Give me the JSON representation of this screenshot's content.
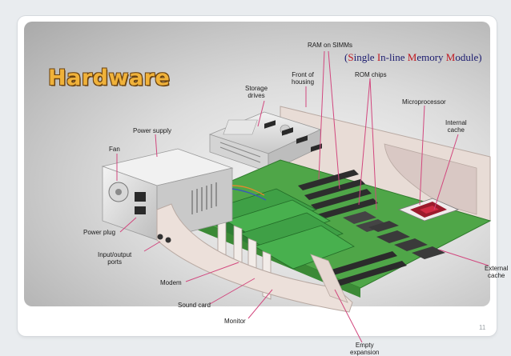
{
  "title": "Hardware",
  "page_number": "11",
  "simm_note": {
    "open": "(",
    "parts": [
      {
        "initial": "S",
        "rest": "ingle "
      },
      {
        "initial": "I",
        "rest": "n-line "
      },
      {
        "initial": "M",
        "rest": "emory "
      },
      {
        "initial": "M",
        "rest": "odule"
      }
    ],
    "close": ")"
  },
  "labels": {
    "ram_on_simms": "RAM on SIMMs",
    "front_of_housing": "Front of\nhousing",
    "rom_chips": "ROM chips",
    "storage_drives": "Storage\ndrives",
    "microprocessor": "Microprocessor",
    "internal_cache": "Internal\ncache",
    "power_supply": "Power supply",
    "fan": "Fan",
    "power_plug": "Power plug",
    "input_output_ports": "Input/output\nports",
    "modem": "Modem",
    "sound_card": "Sound card",
    "monitor": "Monitor",
    "external_cache": "External\ncache",
    "empty_expansion": "Empty\nexpansion"
  },
  "colors": {
    "title_fill": "#f0b23a",
    "note_text": "#1a1a6e",
    "note_highlight": "#c0161f",
    "board_green": "#4fa648",
    "callout_line": "#d2477e",
    "case_beige": "#ece0da"
  }
}
